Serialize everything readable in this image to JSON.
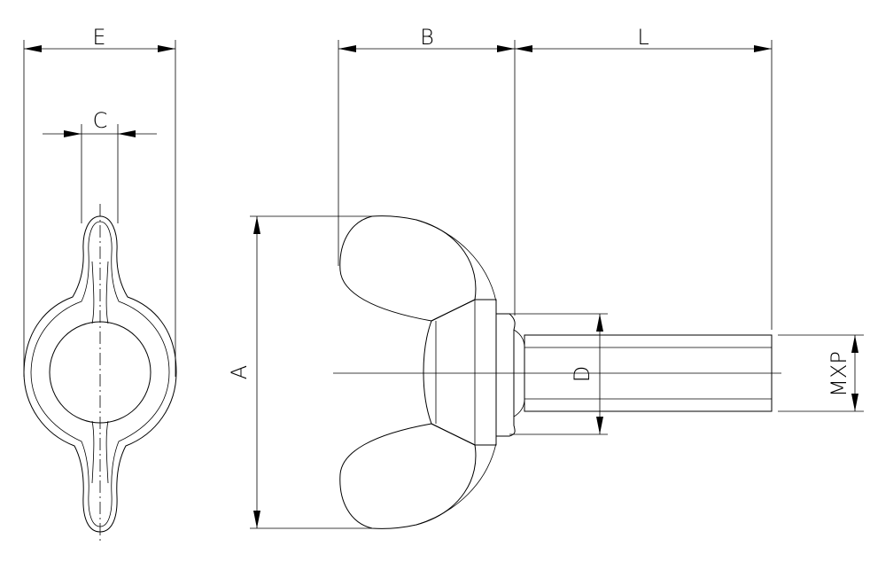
{
  "labels": {
    "E": "E",
    "C": "C",
    "B": "B",
    "L": "L",
    "A": "A",
    "D": "D",
    "MXP": "MXP"
  }
}
